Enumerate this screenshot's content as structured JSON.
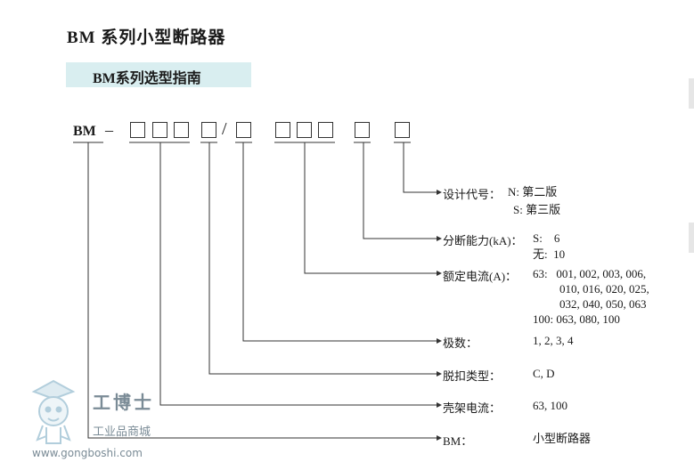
{
  "page_title": "BM 系列小型断路器",
  "subtitle": "BM系列选型指南",
  "model": {
    "prefix": "BM",
    "dash": "–",
    "slash": "/"
  },
  "rows": [
    {
      "label": "设计代号：",
      "values": [
        "N: 第二版",
        "S: 第三版"
      ]
    },
    {
      "label": "分断能力(kA)：",
      "values": [
        "S:    6",
        "无:  10"
      ]
    },
    {
      "label": "额定电流(A)：",
      "values": [
        "63:   001, 002, 003, 006,",
        "010, 016, 020, 025,",
        "032, 040, 050, 063",
        "100: 063, 080, 100"
      ]
    },
    {
      "label": "极数：",
      "values": [
        "1, 2, 3, 4"
      ]
    },
    {
      "label": "脱扣类型：",
      "values": [
        "C, D"
      ]
    },
    {
      "label": "壳架电流：",
      "values": [
        "63, 100"
      ]
    },
    {
      "label": "BM：",
      "values": [
        "小型断路器"
      ]
    }
  ],
  "watermark": {
    "brand": "工博士",
    "tagline": "工业品商城",
    "url": "www.gongboshi.com"
  }
}
